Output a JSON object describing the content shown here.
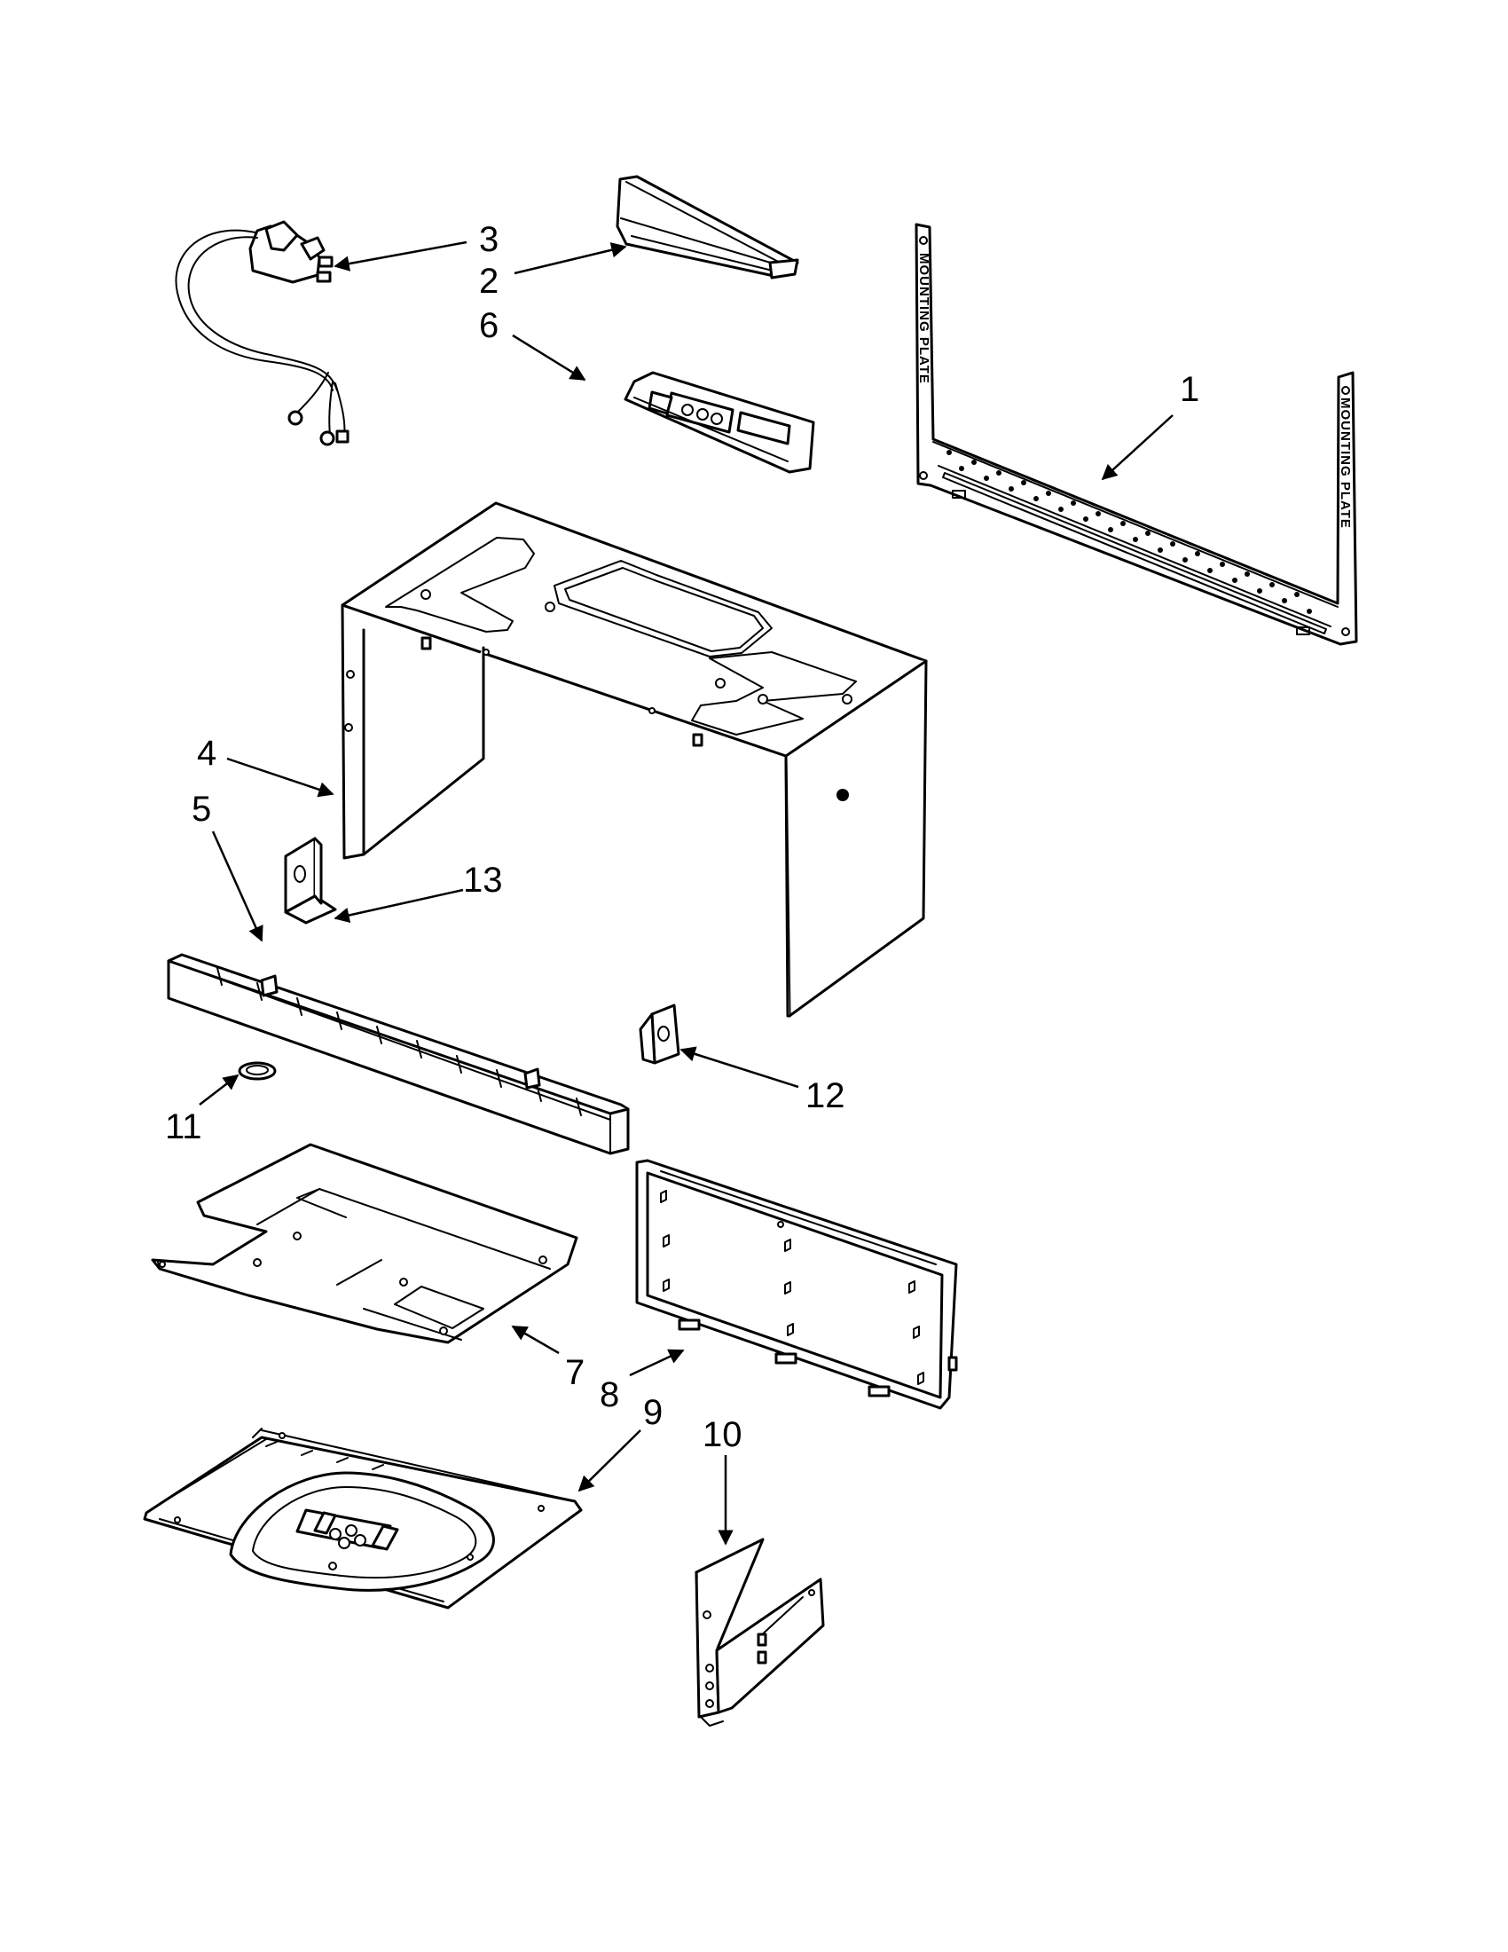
{
  "callouts": [
    {
      "id": "part-1",
      "label": "1"
    },
    {
      "id": "part-2",
      "label": "2"
    },
    {
      "id": "part-3",
      "label": "3"
    },
    {
      "id": "part-4",
      "label": "4"
    },
    {
      "id": "part-5",
      "label": "5"
    },
    {
      "id": "part-6",
      "label": "6"
    },
    {
      "id": "part-7",
      "label": "7"
    },
    {
      "id": "part-8",
      "label": "8"
    },
    {
      "id": "part-9",
      "label": "9"
    },
    {
      "id": "part-10",
      "label": "10"
    },
    {
      "id": "part-11",
      "label": "11"
    },
    {
      "id": "part-12",
      "label": "12"
    },
    {
      "id": "part-13",
      "label": "13"
    }
  ],
  "mounting_plate": {
    "stencil_left": "MOUNTING PLATE",
    "stencil_right": "MOUNTING PLATE"
  }
}
